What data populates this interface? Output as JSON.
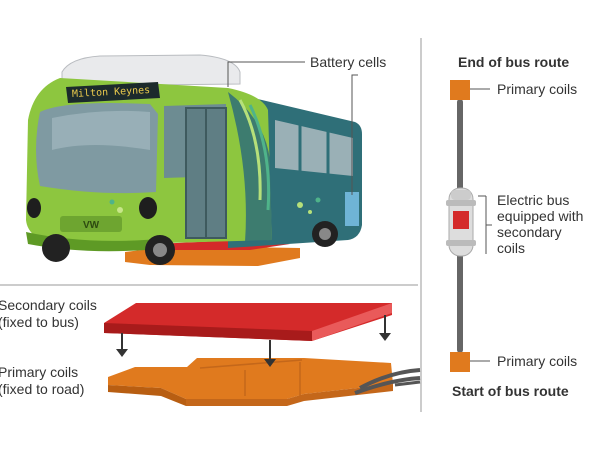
{
  "bus": {
    "destination_sign": "Milton Keynes",
    "battery_label": "Battery cells"
  },
  "coils_detail": {
    "secondary_label_line1": "Secondary coils",
    "secondary_label_line2": "(fixed to bus)",
    "primary_label_line1": "Primary coils",
    "primary_label_line2": "(fixed to road)"
  },
  "route": {
    "end_label": "End of bus route",
    "start_label": "Start of bus route",
    "top_primary_label": "Primary coils",
    "bottom_primary_label": "Primary coils",
    "bus_label_lines": [
      "Electric bus",
      "equipped with",
      "secondary",
      "coils"
    ]
  },
  "colors": {
    "bus_green": "#8dc63f",
    "bus_teal": "#2f6f78",
    "secondary_coil_red": "#d42a2a",
    "primary_coil_orange": "#e07a1e",
    "route_line_grey": "#666666"
  }
}
